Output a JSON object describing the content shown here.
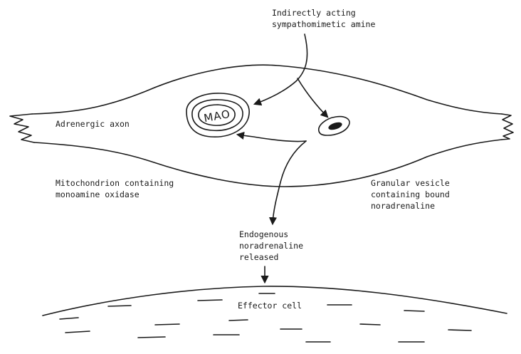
{
  "labels": {
    "amine_line1": "Indirectly acting",
    "amine_line2": "sympathomimetic amine",
    "axon": "Adrenergic axon",
    "mao": "MAO",
    "mito_line1": "Mitochondrion containing",
    "mito_line2": "monoamine oxidase",
    "vesicle_line1": "Granular vesicle",
    "vesicle_line2": "containing bound",
    "vesicle_line3": "noradrenaline",
    "released_line1": "Endogenous",
    "released_line2": "noradrenaline",
    "released_line3": "released",
    "effector": "Effector cell"
  },
  "colors": {
    "ink": "#1a1a1a",
    "background": "#ffffff"
  }
}
